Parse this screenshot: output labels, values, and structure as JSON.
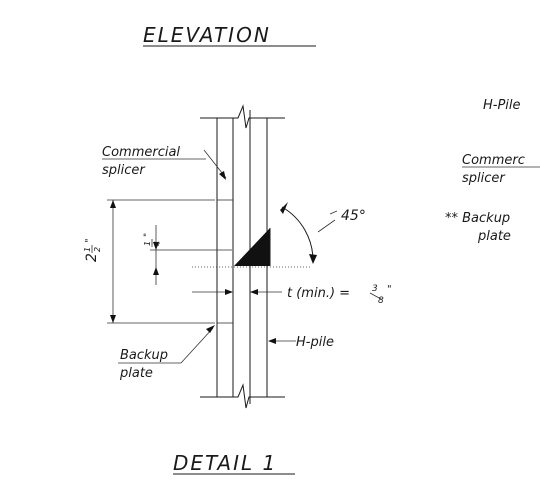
{
  "drawing": {
    "title_top": "ELEVATION",
    "title_bottom": "DETAIL 1",
    "labels": {
      "commercial_splicer_1": "Commercial",
      "commercial_splicer_2": "splicer",
      "backup_plate_1": "Backup",
      "backup_plate_2": "plate",
      "h_pile": "H-pile",
      "angle": "45°",
      "dim_quarter_num": "1",
      "dim_quarter_den": "4",
      "dim_quarter_inch": "\"",
      "dim_height_whole": "2",
      "dim_height_num": "1",
      "dim_height_den": "2",
      "dim_height_inch": "\"",
      "thickness_text": "t (min.) =",
      "thickness_num": "3",
      "thickness_den": "8",
      "thickness_inch": "\""
    },
    "side_labels": {
      "h_pile": "H-Pile",
      "commercial_1": "Commerc",
      "commercial_2": "splicer",
      "backup_1": "** Backup",
      "backup_2": "plate"
    }
  }
}
